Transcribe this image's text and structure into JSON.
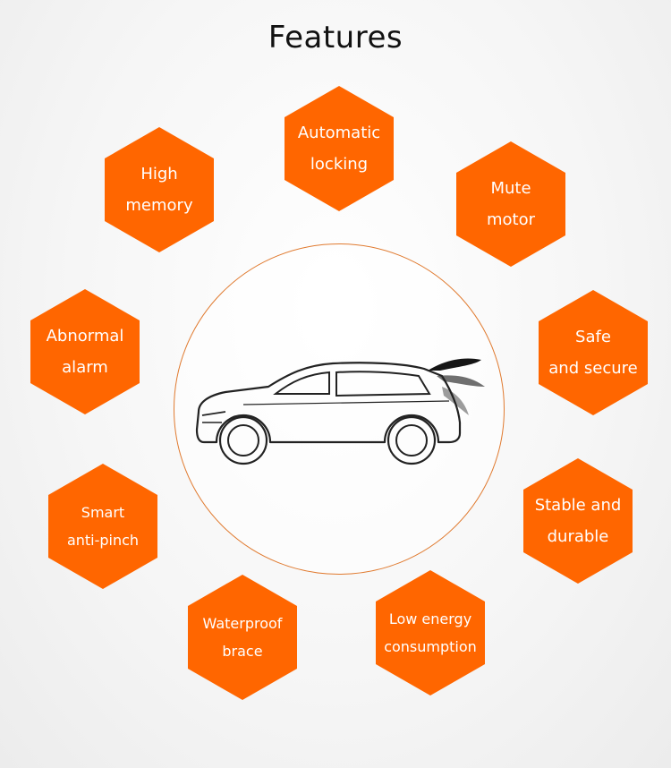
{
  "title": "Features",
  "colors": {
    "accent": "#ff6600",
    "circle_border": "#e07a2f",
    "text_on_accent": "#ffffff",
    "title_text": "#111111"
  },
  "features": [
    {
      "id": "automatic-locking",
      "lines": [
        "Automatic",
        "locking"
      ]
    },
    {
      "id": "high-memory",
      "lines": [
        "High",
        "memory"
      ]
    },
    {
      "id": "mute-motor",
      "lines": [
        "Mute",
        "motor"
      ]
    },
    {
      "id": "abnormal-alarm",
      "lines": [
        "Abnormal",
        "alarm"
      ]
    },
    {
      "id": "safe-and-secure",
      "lines": [
        "Safe",
        "and secure"
      ]
    },
    {
      "id": "smart-anti-pinch",
      "lines": [
        "Smart",
        "anti-pinch"
      ]
    },
    {
      "id": "stable-and-durable",
      "lines": [
        "Stable and",
        "durable"
      ]
    },
    {
      "id": "waterproof-brace",
      "lines": [
        "Waterproof",
        "brace"
      ]
    },
    {
      "id": "low-energy-consumption",
      "lines": [
        "Low energy",
        "consumption"
      ]
    }
  ],
  "center_image": {
    "icon": "suv-with-power-tailgate-icon"
  }
}
